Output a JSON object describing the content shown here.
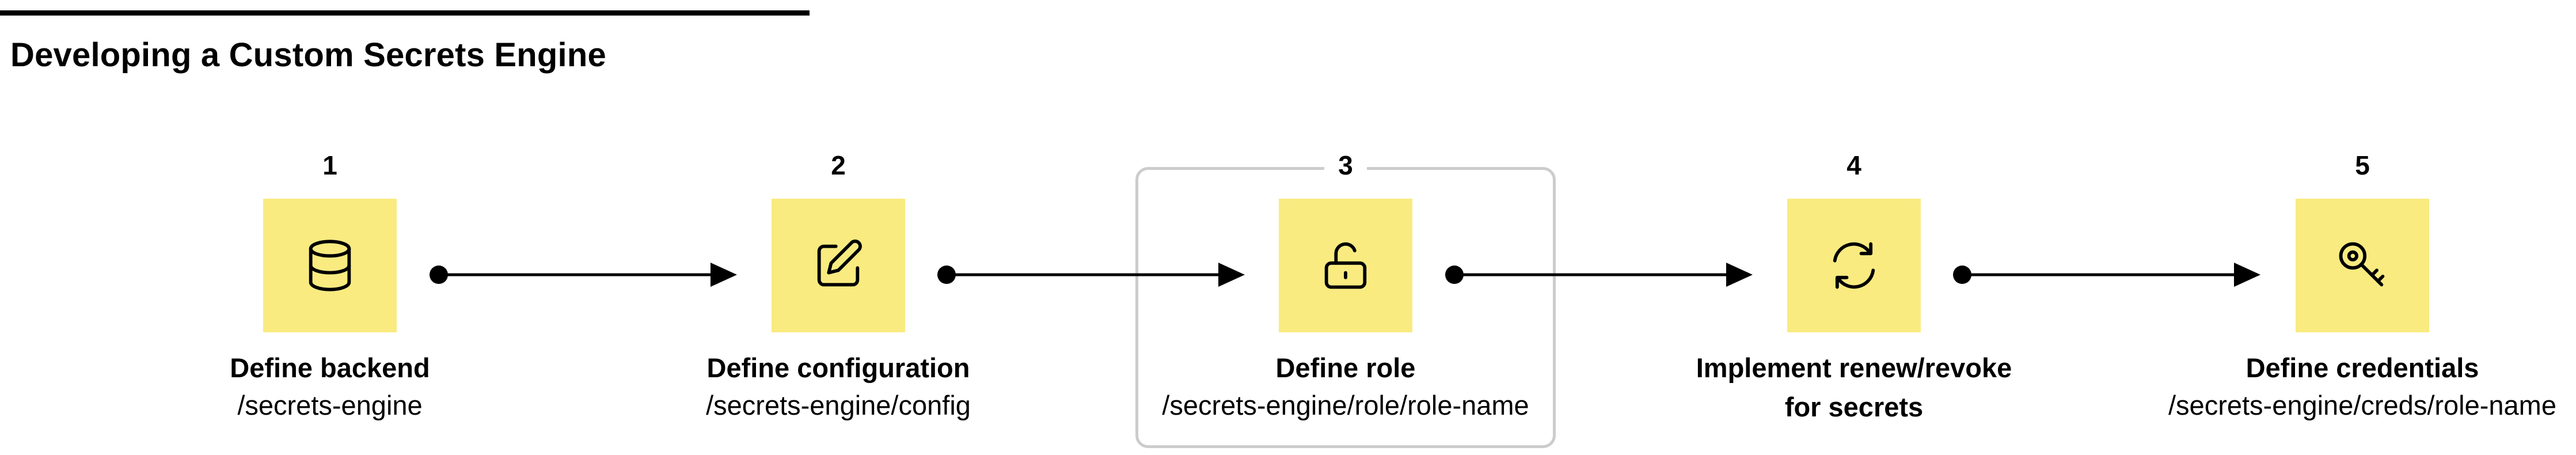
{
  "title": "Developing a Custom Secrets Engine",
  "steps": [
    {
      "number": "1",
      "label": "Define backend",
      "path": "/secrets-engine",
      "icon": "database-icon"
    },
    {
      "number": "2",
      "label": "Define configuration",
      "path": "/secrets-engine/config",
      "icon": "edit-icon"
    },
    {
      "number": "3",
      "label": "Define role",
      "path": "/secrets-engine/role/role-name",
      "icon": "unlock-icon",
      "highlighted": true
    },
    {
      "number": "4",
      "label": "Implement renew/revoke",
      "label_line2": "for secrets",
      "icon": "refresh-icon"
    },
    {
      "number": "5",
      "label": "Define credentials",
      "path": "/secrets-engine/creds/role-name",
      "icon": "key-icon"
    }
  ],
  "colors": {
    "tile": "#f9eb80",
    "line": "#000000",
    "highlight_border": "#cccccc"
  }
}
